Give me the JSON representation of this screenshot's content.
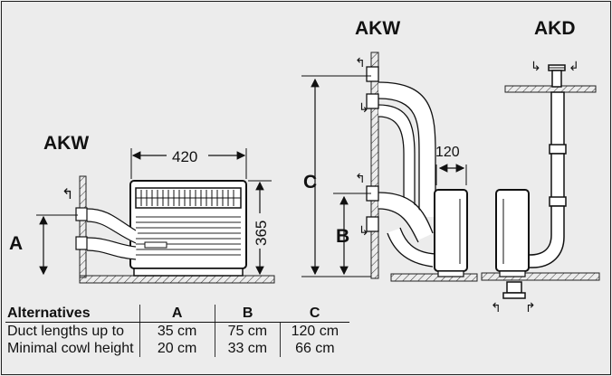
{
  "labels": {
    "akw_left": "AKW",
    "akw_mid": "AKW",
    "akd": "AKD",
    "a": "A",
    "b": "B",
    "c": "C"
  },
  "dimensions": {
    "width": "420",
    "height": "365",
    "clearance": "120"
  },
  "table": {
    "headers": [
      "Alternatives",
      "A",
      "B",
      "C"
    ],
    "rows": [
      [
        "Duct lengths up to",
        "35 cm",
        "75 cm",
        "120 cm"
      ],
      [
        "Minimal cowl height",
        "20 cm",
        "33 cm",
        "66 cm"
      ]
    ]
  }
}
